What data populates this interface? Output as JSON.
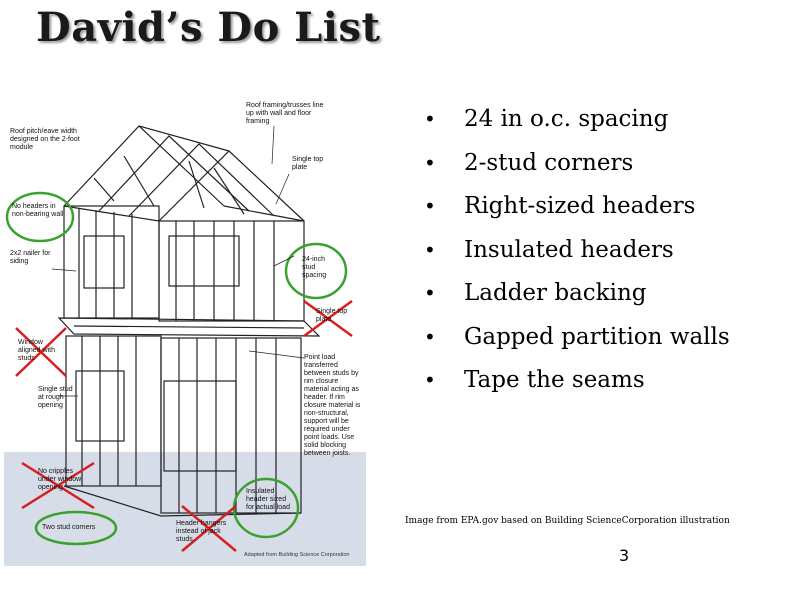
{
  "slide": {
    "title": "David’s Do List",
    "bullets": [
      "24 in o.c. spacing",
      "2-stud corners",
      "Right-sized headers",
      "Insulated headers",
      "Ladder backing",
      "Gapped partition walls",
      "Tape the seams"
    ],
    "bullet_glyph": "•",
    "caption": "Image from EPA.gov based on Building ScienceCorporation illustration",
    "page_number": "3"
  },
  "figure": {
    "labels": {
      "roof_pitch": "Roof pitch/eave width designed on the 2-foot module",
      "roof_framing": "Roof framing/trusses line up with wall and floor framing",
      "single_top_plate": "Single top plate",
      "no_headers": "No headers in non-bearing wall",
      "nailer": "2x2 nailer for siding",
      "stud_spacing": "24-inch stud spacing",
      "sill_plate": "Single top plate",
      "window_studs": "Window aligned with studs",
      "point_load": "Point load transferred between studs by rim closure material acting as header. If rim closure material is non-structural, support will be required under point loads. Use solid blocking between joists.",
      "single_stud": "Single stud at rough opening",
      "no_cripples": "No cripples under window opening",
      "insulated_header": "Insulated header sized for actual load",
      "two_stud_corners": "Two stud corners",
      "header_hangers": "Header hangers instead of jack studs",
      "adapted": "Adapted from Building Science Corporation"
    },
    "colors": {
      "circle": "#3aa02e",
      "cross": "#d81f1f",
      "ground": "#d6dde9",
      "frame": "#222222"
    }
  }
}
